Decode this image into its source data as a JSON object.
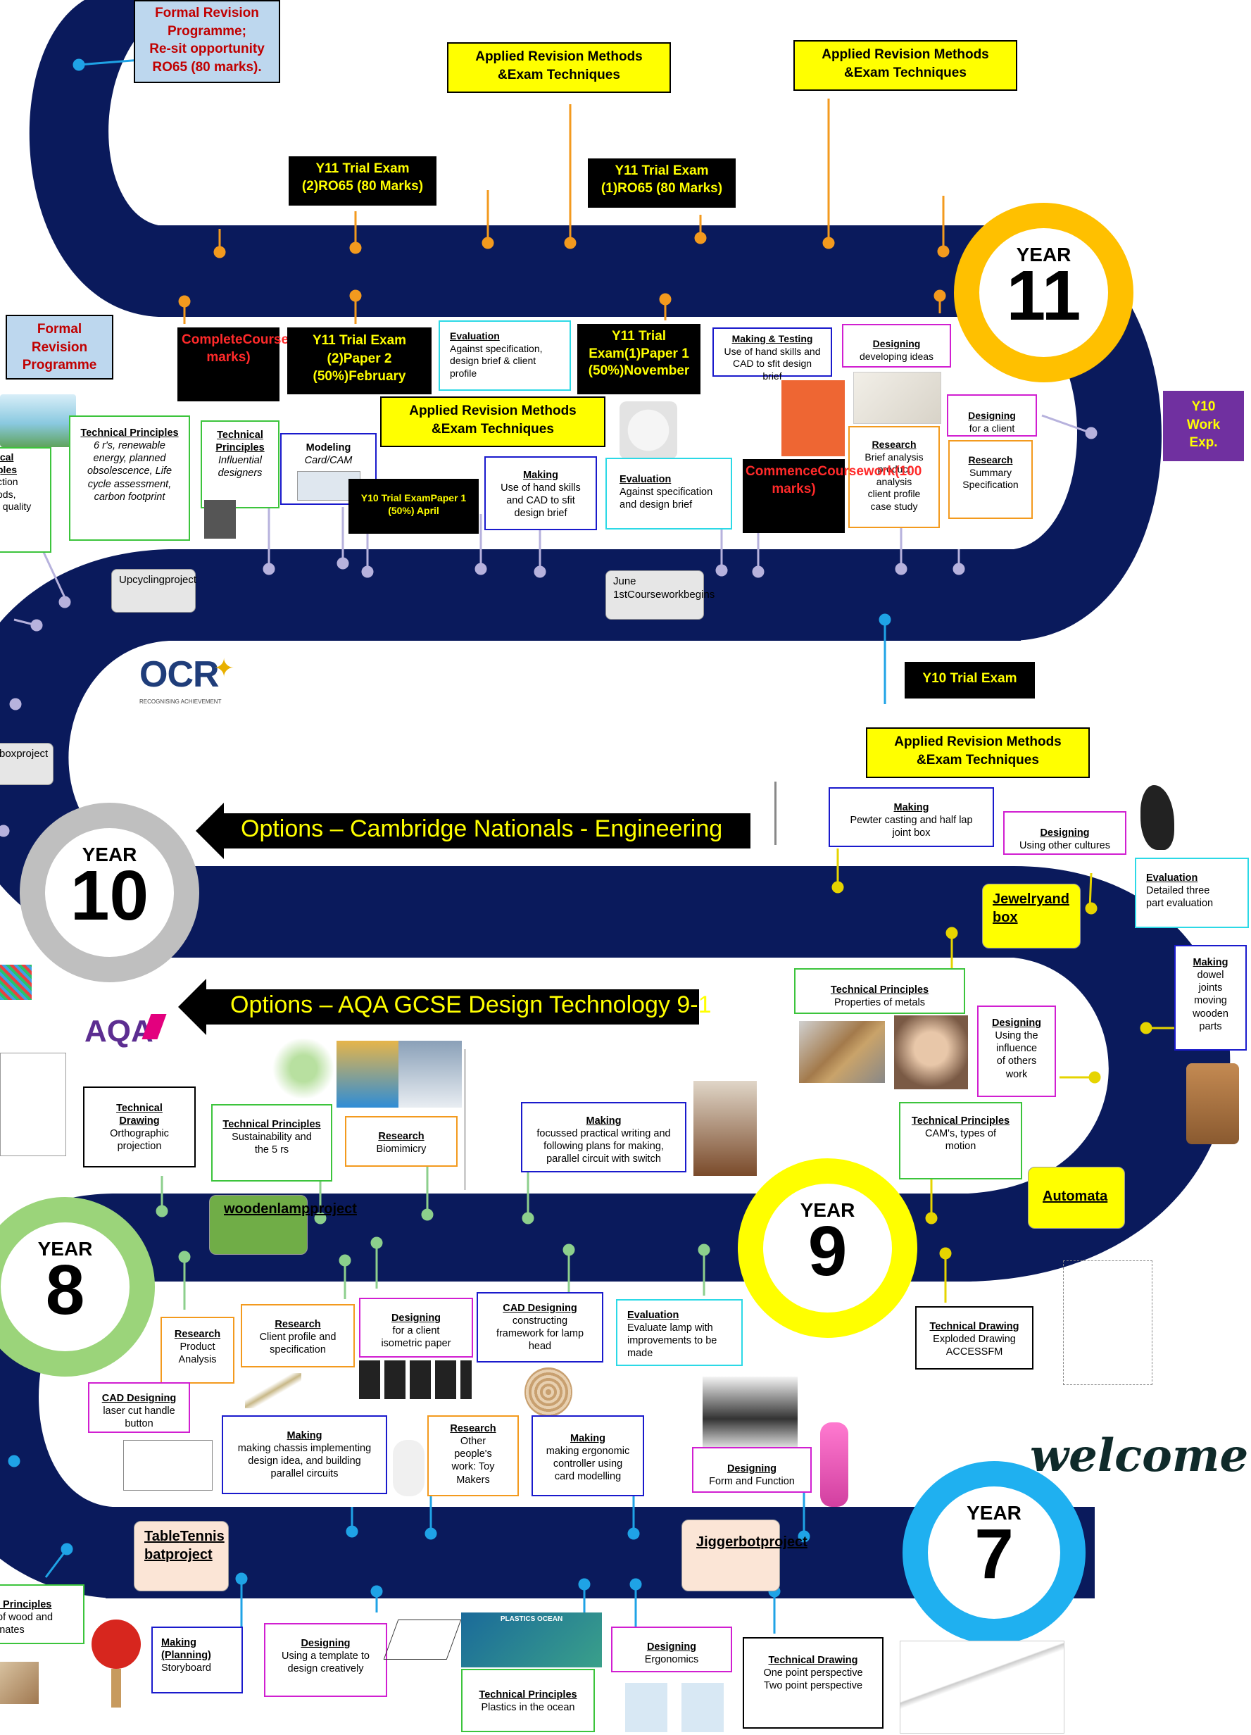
{
  "years": {
    "y11": {
      "word": "YEAR",
      "num": "11"
    },
    "y10": {
      "word": "YEAR",
      "num": "10"
    },
    "y9": {
      "word": "YEAR",
      "num": "9"
    },
    "y8": {
      "word": "YEAR",
      "num": "8"
    },
    "y7": {
      "word": "YEAR",
      "num": "7"
    }
  },
  "colors": {
    "road": "#0a1a5c",
    "y11": "#ffc000",
    "y10": "#bfbfbf",
    "y9": "#ffff00",
    "y8": "#9bd47a",
    "y7": "#1fb0f0"
  },
  "banners": {
    "ocr_option": "Options – Cambridge Nationals - Engineering",
    "aqa_option": "Options – AQA GCSE Design Technology 9-1"
  },
  "logos": {
    "ocr": "OCR",
    "ocr_sub": "RECOGNISING ACHIEVEMENT",
    "aqa": "AQA",
    "welcome": "welcome"
  },
  "y11": {
    "formal_rev1": [
      "Formal Revision",
      "Programme;",
      "Re-sit opportunity",
      "RO65 (80 marks)."
    ],
    "formal_rev2": [
      "Formal",
      "Revision",
      "Programme"
    ],
    "applied1": [
      "Applied Revision Methods &",
      "Exam Techniques"
    ],
    "applied2": [
      "Applied Revision Methods &",
      "Exam Techniques"
    ],
    "applied3": [
      "Applied Revision Methods &",
      "Exam Techniques"
    ],
    "trial2": [
      "Y11 Trial Exam (2)",
      "RO65 (80 Marks)"
    ],
    "trial1": [
      "Y11 Trial Exam (1)",
      "RO65 (80 Marks)"
    ],
    "complete_cw": [
      "Complete",
      "Coursework",
      "(100 marks)"
    ],
    "trial2_p2": [
      "Y11 Trial Exam (2)",
      "Paper 2 (50%)",
      "February"
    ],
    "eval1": {
      "h": "Evaluation",
      "b": [
        "Against specification,",
        "design brief & client",
        "profile"
      ]
    },
    "trial1_p1": [
      "Y11 Trial Exam",
      "(1)",
      "Paper 1 (50%)",
      "November"
    ],
    "making_testing": {
      "h": "Making & Testing",
      "b": [
        "Use of hand skills and",
        "CAD to sfit design",
        "brief"
      ]
    },
    "designing_dev": {
      "h": "Designing",
      "b": [
        "developing ideas"
      ]
    },
    "designing_client": {
      "h": "Designing",
      "b": [
        "for a client"
      ]
    },
    "research_summary": {
      "h": "Research",
      "b": [
        "Summary",
        "Specification"
      ]
    },
    "research_brief": {
      "h": "Research",
      "b": [
        "Brief analysis",
        "product",
        "analysis",
        "client profile",
        "case study"
      ]
    },
    "y10_workexp": [
      "Y10",
      "Work",
      "Exp."
    ]
  },
  "y10": {
    "tp_6rs": {
      "h": "Technical Principles",
      "b": [
        "6 r's, renewable",
        "energy, planned",
        "obsolescence, Life",
        "cycle assessment,",
        "carbon footprint"
      ]
    },
    "tp_influential": {
      "h": "Technical",
      "h2": "Principles",
      "b": [
        "Influential",
        "designers"
      ]
    },
    "modeling": {
      "h": "Modeling",
      "b": [
        "Card/CAM"
      ]
    },
    "tp_left_partial": {
      "h": "ical",
      "h2": "ples",
      "b": [
        "ction",
        "ods,",
        ", quality"
      ]
    },
    "y10_trial_april": [
      "Y10 Trial Exam",
      "Paper 1 (50%) April"
    ],
    "making_hand": {
      "h": "Making",
      "b": [
        "Use of hand skills",
        "and CAD to sfit",
        "design brief"
      ]
    },
    "eval_spec": {
      "h": "Evaluation",
      "b": [
        "Against specification",
        "and design brief"
      ]
    },
    "commence_cw": [
      "Commence",
      "Coursework",
      "(100 marks)"
    ],
    "upcycling": [
      "Upcycling",
      "project"
    ],
    "june1": [
      "June 1st",
      "Coursework",
      "begins"
    ],
    "box_project": [
      "box",
      "project"
    ],
    "y10_trial": "Y10 Trial Exam",
    "applied4": [
      "Applied Revision Methods &",
      "Exam Techniques"
    ]
  },
  "y9": {
    "making_pewter": {
      "h": "Making",
      "b": [
        "Pewter casting and half lap",
        "joint box"
      ]
    },
    "designing_cultures": {
      "h": "Designing",
      "b": [
        "Using other cultures"
      ]
    },
    "eval_three": {
      "h": "Evaluation",
      "b": [
        "Detailed three",
        "part evaluation"
      ]
    },
    "jewelry": [
      "Jewelry",
      "and box"
    ],
    "making_dowel": {
      "h": "Making",
      "b": [
        "dowel",
        "joints",
        "moving",
        "wooden",
        "parts"
      ]
    },
    "tp_metals": {
      "h": "Technical Principles",
      "b": [
        "Properties of metals"
      ]
    },
    "designing_influence": {
      "h": "Designing",
      "b": [
        "Using the",
        "influence",
        "of others",
        "work"
      ]
    },
    "tp_cams": {
      "h": "Technical Principles",
      "b": [
        "CAM's, types of",
        "motion"
      ]
    },
    "automata": "Automata",
    "td_exploded": {
      "h": "Technical Drawing",
      "b": [
        "Exploded Drawing",
        "ACCESSFM"
      ]
    }
  },
  "y8": {
    "td_ortho": {
      "h": "Technical",
      "h2": "Drawing",
      "b": [
        "Orthographic",
        "projection"
      ]
    },
    "tp_sustain": {
      "h": "Technical Principles",
      "b": [
        "Sustainability and",
        "the 5 rs"
      ]
    },
    "research_bio": {
      "h": "Research",
      "b": [
        "Biomimicry"
      ]
    },
    "making_focus": {
      "h": "Making",
      "b": [
        "focussed practical writing and",
        "following plans for making,",
        "parallel circuit with switch"
      ]
    },
    "lamp": [
      "wooden",
      "lamp",
      "project"
    ],
    "research_product": {
      "h": "Research",
      "b": [
        "Product",
        "Analysis"
      ]
    },
    "research_client": {
      "h": "Research",
      "b": [
        "Client profile and",
        "specification"
      ]
    },
    "designing_iso": {
      "h": "Designing",
      "b": [
        "for a client",
        "isometric paper"
      ]
    },
    "cad_framework": {
      "h": "CAD Designing",
      "b": [
        "constructing",
        "framework for lamp",
        "head"
      ]
    },
    "eval_lamp": {
      "h": "Evaluation",
      "b": [
        "Evaluate lamp with",
        "improvements to be",
        "made"
      ]
    },
    "cad_laser": {
      "h": "CAD Designing",
      "b": [
        "laser cut handle",
        "button"
      ]
    },
    "making_chassis": {
      "h": "Making",
      "b": [
        "making chassis implementing",
        "design idea, and building",
        "parallel circuits"
      ]
    },
    "research_toy": {
      "h": "Research",
      "b": [
        "Other",
        "people's",
        "work: Toy",
        "Makers"
      ]
    },
    "making_ergo": {
      "h": "Making",
      "b": [
        "making ergonomic",
        "controller using",
        "card modelling"
      ]
    }
  },
  "y7": {
    "designing_form": {
      "h": "Designing",
      "b": [
        "Form and Function"
      ]
    },
    "table_tennis": [
      "Table",
      "Tennis bat",
      "project"
    ],
    "jiggerbot": [
      "Jiggerbot",
      "project"
    ],
    "tp_wood": {
      "h": "l Principles",
      "b": [
        "of wood and",
        "inates"
      ]
    },
    "making_planning": {
      "h": "Making",
      "h2": "(Planning)",
      "b": [
        "Storyboard"
      ]
    },
    "designing_template": {
      "h": "Designing",
      "b": [
        "Using a template to",
        "design creatively"
      ]
    },
    "tp_plastics": {
      "h": "Technical Principles",
      "b": [
        "Plastics in the ocean"
      ]
    },
    "designing_ergo": {
      "h": "Designing",
      "b": [
        "Ergonomics"
      ]
    },
    "td_perspective": {
      "h": "Technical Drawing",
      "b": [
        "One point perspective",
        "Two point perspective"
      ]
    }
  },
  "misc": {
    "plastics_ocean": "PLASTICS OCEAN"
  }
}
